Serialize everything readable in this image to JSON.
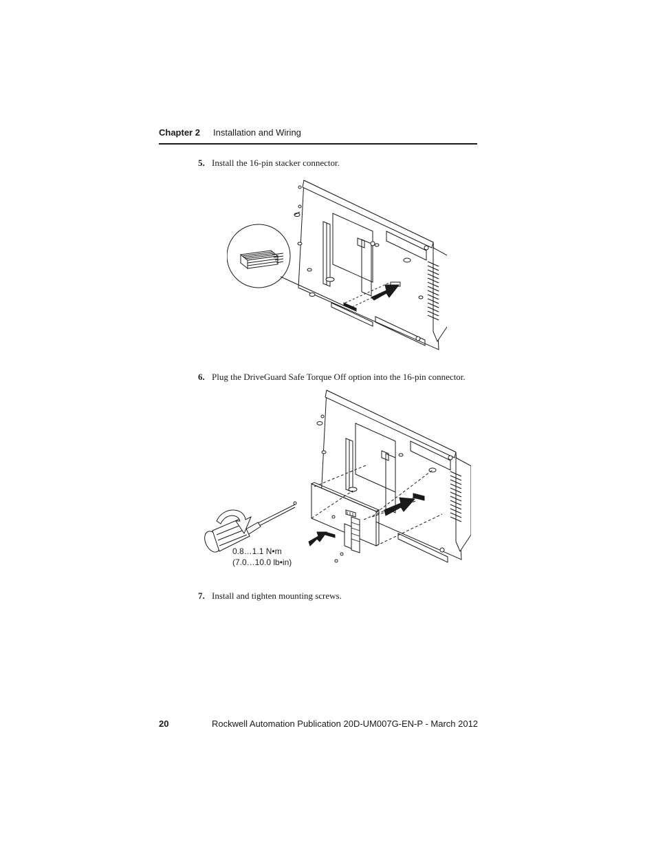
{
  "header": {
    "chapter": "Chapter 2",
    "title": "Installation and Wiring"
  },
  "steps": [
    {
      "number": "5.",
      "text": "Install the 16-pin stacker connector."
    },
    {
      "number": "6.",
      "text": "Plug the DriveGuard Safe Torque Off option into the 16-pin connector."
    },
    {
      "number": "7.",
      "text": "Install and tighten mounting screws."
    }
  ],
  "figure2": {
    "torque_line1": "0.8…1.1 N•m",
    "torque_line2": "(7.0…10.0 lb•in)"
  },
  "footer": {
    "page_number": "20",
    "publication": "Rockwell Automation Publication 20D-UM007G-EN-P - March 2012"
  }
}
